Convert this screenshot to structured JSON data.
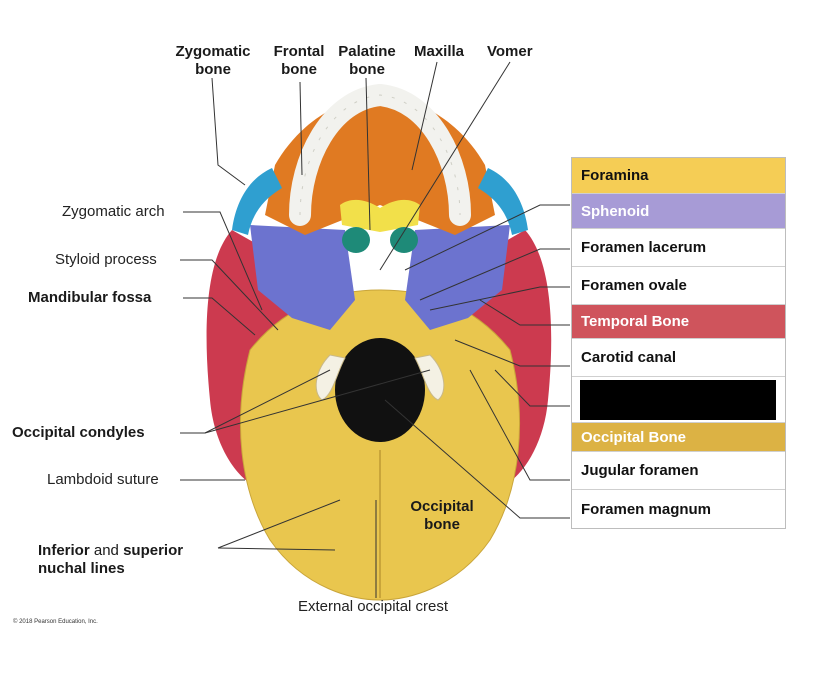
{
  "top_labels": {
    "zygomatic": "Zygomatic bone",
    "frontal": "Frontal bone",
    "palatine": "Palatine bone",
    "maxilla": "Maxilla",
    "vomer": "Vomer"
  },
  "left_labels": {
    "zygomatic_arch": "Zygomatic arch",
    "styloid": "Styloid process",
    "mandibular_fossa": "Mandibular fossa",
    "occipital_condyles": "Occipital condyles",
    "lambdoid": "Lambdoid suture",
    "nuchal_inferior": "Inferior",
    "nuchal_and": "and",
    "nuchal_superior": "superior",
    "nuchal_lines": "nuchal lines"
  },
  "bottom_labels": {
    "crest": "External occipital crest",
    "occipital_bone_inline": "Occipital bone"
  },
  "legend": {
    "foramina": "Foramina",
    "sphenoid": "Sphenoid",
    "lacerum": "Foramen lacerum",
    "ovale": "Foramen ovale",
    "temporal": "Temporal Bone",
    "carotid": "Carotid canal",
    "occipital": "Occipital Bone",
    "jugular": "Jugular foramen",
    "magnum": "Foramen magnum"
  },
  "copyright": "© 2018 Pearson Education, Inc.",
  "colors": {
    "occipital": "#e9c64e",
    "temporal": "#cc3a4f",
    "sphenoid": "#6c73cf",
    "frontal_maxilla": "#e07a22",
    "zygomatic": "#2f9fd0",
    "palatine": "#f2e04a",
    "vomer": "#1e8a78"
  }
}
